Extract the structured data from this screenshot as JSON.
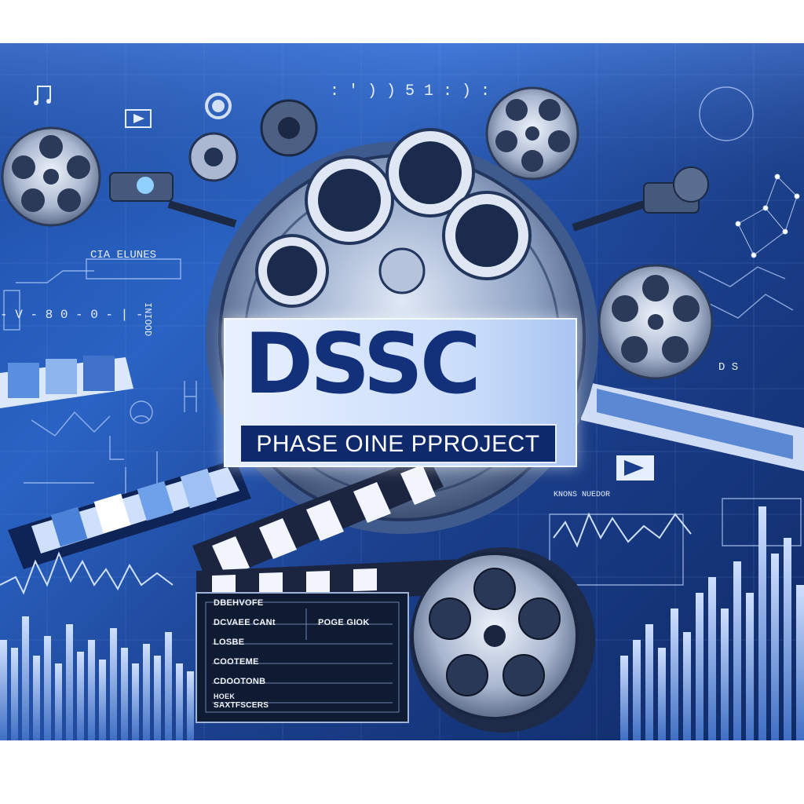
{
  "banner": {
    "title": "DSSC",
    "subtitle": "PHASE OINE PPROJECT",
    "top_code": ": ' ) ) 5 1 : ) :",
    "left_tag": "CIA ELUNES",
    "left_ticks": "- V - 8 0 - 0 - | -",
    "vertical_tag": "INIOOD",
    "right_tag": "D S",
    "monitor_label": "KNONS NUEDOR"
  },
  "slate": {
    "line1": "DBEHVOFE",
    "line2": "DCVAEE CANt",
    "line2_right": "POGE    GIOK",
    "line3": "LOSBE",
    "line4": "COOTEME",
    "line5": "CDOOTONB",
    "line6a": "HOEK",
    "line6b": "SAXTFSCERS"
  },
  "colors": {
    "background": "#1f4fa8",
    "title_text": "#13307a",
    "subtitle_box": "#0e2a6c"
  }
}
